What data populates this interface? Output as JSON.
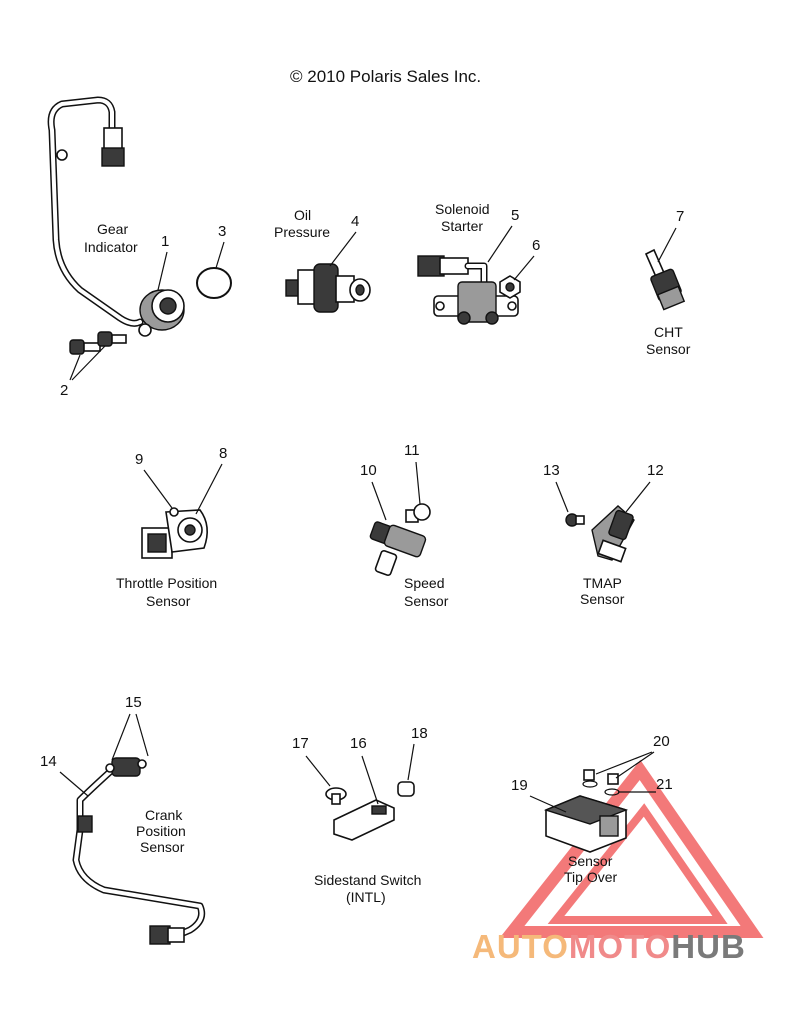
{
  "copyright": "© 2010 Polaris Sales Inc.",
  "labels": {
    "gear_indicator": [
      "Gear",
      "Indicator"
    ],
    "oil_pressure": [
      "Oil",
      "Pressure"
    ],
    "solenoid_starter": [
      "Solenoid",
      "Starter"
    ],
    "cht_sensor": [
      "CHT",
      "Sensor"
    ],
    "throttle_position_sensor": [
      "Throttle Position",
      "Sensor"
    ],
    "speed_sensor": [
      "Speed",
      "Sensor"
    ],
    "tmap_sensor": [
      "TMAP",
      "Sensor"
    ],
    "crank_position_sensor": [
      "Crank",
      "Position",
      "Sensor"
    ],
    "sidestand_switch": [
      "Sidestand Switch",
      "(INTL)"
    ],
    "sensor_tip_over": [
      "Sensor",
      "Tip Over"
    ]
  },
  "callouts": [
    "1",
    "2",
    "3",
    "4",
    "5",
    "6",
    "7",
    "8",
    "9",
    "10",
    "11",
    "12",
    "13",
    "14",
    "15",
    "16",
    "17",
    "18",
    "19",
    "20",
    "21"
  ],
  "watermark": {
    "part1": "AUTO",
    "part2": "MOTO",
    "part3": "HUB",
    "color_a": "#f5b97a",
    "color_b": "#f08a8a",
    "color_c": "#7a7a7a",
    "triangle_color": "#f26b6b"
  }
}
